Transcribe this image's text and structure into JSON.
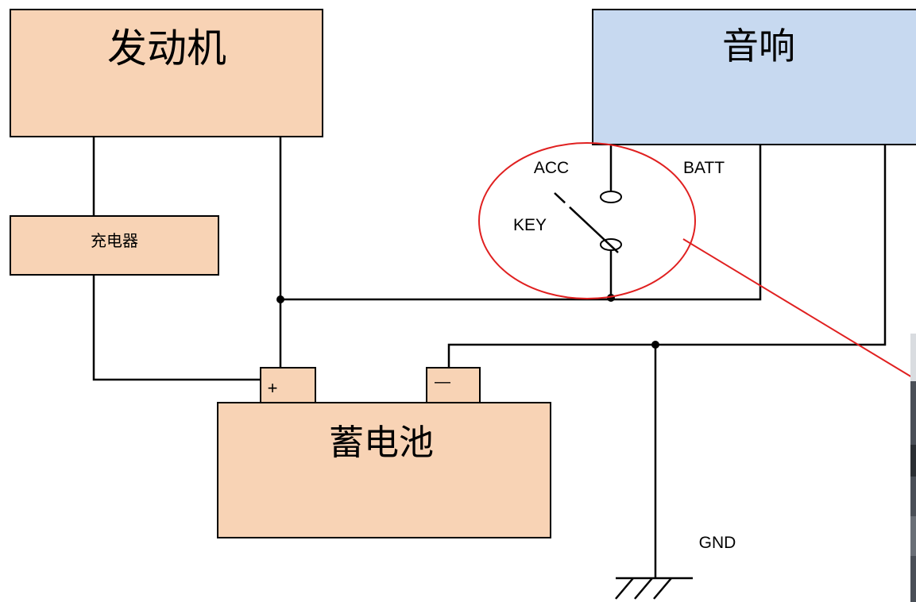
{
  "components": {
    "engine": {
      "label": "发动机",
      "fill": "#f8d3b5"
    },
    "charger": {
      "label": "充电器",
      "fill": "#f8d3b5"
    },
    "battery": {
      "label": "蓄电池",
      "fill": "#f8d3b5",
      "positive": "+",
      "negative": "—"
    },
    "audio": {
      "label": "音响",
      "fill": "#c7d9f0"
    }
  },
  "switch": {
    "acc": "ACC",
    "key": "KEY",
    "batt": "BATT",
    "highlight_color": "#e02020"
  },
  "ground": {
    "label": "GND"
  },
  "colors": {
    "wire": "#000000",
    "callout": "#e02020"
  }
}
